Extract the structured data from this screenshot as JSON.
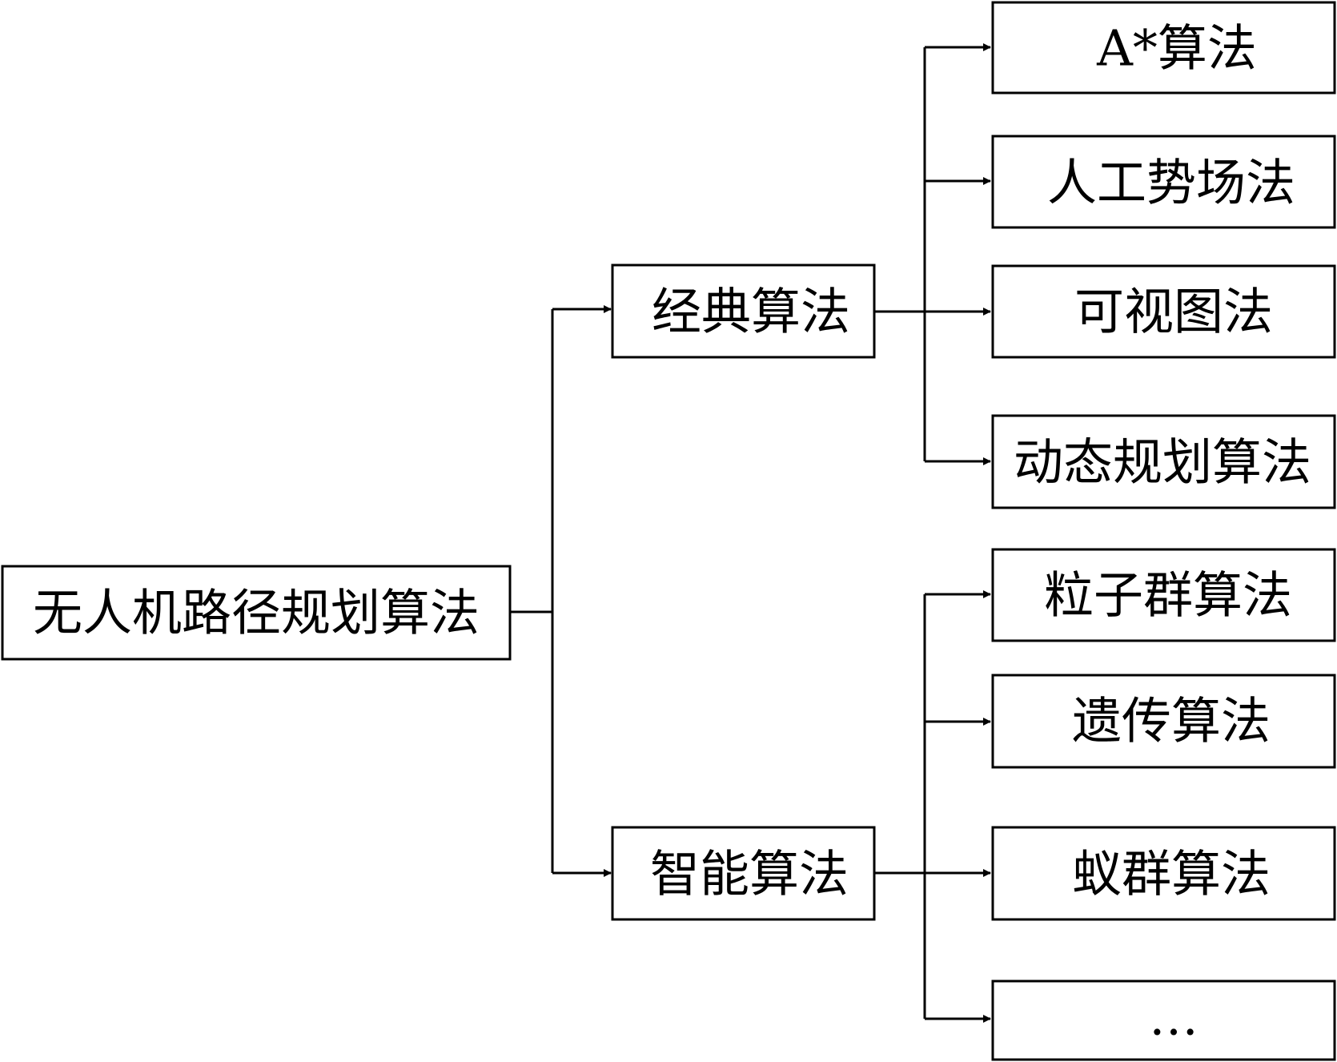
{
  "root": {
    "label": "无人机路径规划算法"
  },
  "branches": [
    {
      "label": "经典算法",
      "children": [
        "A*算法",
        "人工势场法",
        "可视图法",
        "动态规划算法"
      ]
    },
    {
      "label": "智能算法",
      "children": [
        "粒子群算法",
        "遗传算法",
        "蚁群算法",
        "…"
      ]
    }
  ]
}
